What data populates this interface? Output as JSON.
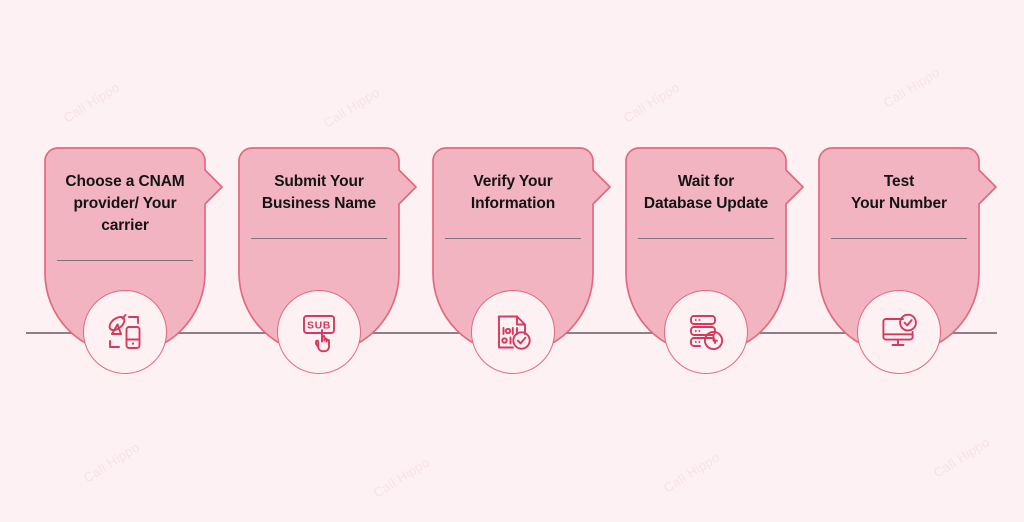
{
  "page": {
    "type": "infographic-timeline",
    "background_color": "#fdf1f3",
    "card_fill_color": "#f2b4c0",
    "card_stroke_color": "#e4687f",
    "accent_color": "#d6395c",
    "line_color": "#8a8186",
    "title_color": "#141414",
    "watermark_text": "Call Hippo"
  },
  "timeline": {
    "line_name": "timeline-baseline",
    "steps": [
      {
        "index": 1,
        "title_lines": [
          "Choose a CNAM",
          "provider/ Your",
          "carrier"
        ],
        "icon": "satellite-dish-phone-icon",
        "icon_label": "Satellite dish and mobile phone"
      },
      {
        "index": 2,
        "title_lines": [
          "Submit Your",
          "Business Name"
        ],
        "icon": "submit-button-hand-click-icon",
        "icon_label": "SUB button with pointing hand",
        "icon_text": "SUB"
      },
      {
        "index": 3,
        "title_lines": [
          "Verify Your",
          "Information"
        ],
        "icon": "binary-document-check-icon",
        "icon_label": "Document with binary digits and checkmark"
      },
      {
        "index": 4,
        "title_lines": [
          "Wait for",
          "Database Update"
        ],
        "icon": "database-clock-icon",
        "icon_label": "Server stack with clock"
      },
      {
        "index": 5,
        "title_lines": [
          "Test",
          "Your Number"
        ],
        "icon": "monitor-check-icon",
        "icon_label": "Desktop monitor with checkmark"
      }
    ]
  }
}
